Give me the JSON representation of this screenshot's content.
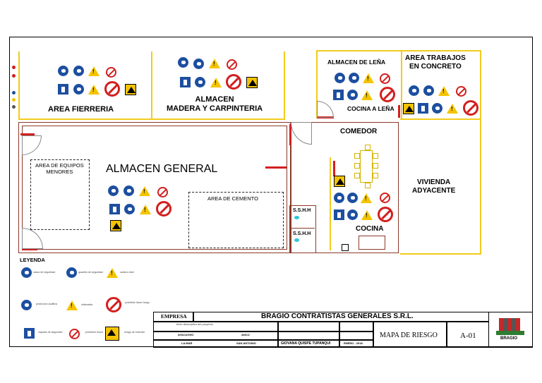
{
  "rooms": {
    "area_fierreria": "AREA FIERRERIA",
    "almacen_madera": [
      "ALMACEN",
      "MADERA Y CARPINTERIA"
    ],
    "almacen_lena": "ALMACEN DE LEÑA",
    "cocina_lena": "COCINA A LEÑA",
    "area_concreto": [
      "AREA TRABAJOS",
      "EN CONCRETO"
    ],
    "comedor": "COMEDOR",
    "almacen_general": "ALMACEN GENERAL",
    "area_equipos": [
      "AREA DE EQUIPOS",
      "MENORES"
    ],
    "area_cemento": "AREA DE CEMENTO",
    "sshh_1": "S.S.H.H",
    "sshh_2": "S.S.H.H",
    "cocina": "COCINA",
    "vivienda": [
      "VIVIENDA",
      "ADYACENTE"
    ]
  },
  "legend": {
    "title": "LEYENDA"
  },
  "title_block": {
    "empresa_label": "EMPRESA",
    "company": "BRAGIO CONTRATISTAS GENERALES S.R.L.",
    "drawn_by": "GIOVANA QUISPE TUPANQUI",
    "date": "ENERO - 2018",
    "sheet_name": "MAPA DE RIESGO",
    "sheet_number": "A-01",
    "ubicacion": "LA MAR",
    "distrito": "SAN ANTONIO",
    "departamento": "AYACUCHO",
    "zona": "ANCO",
    "logo_text": "BRAGIO"
  },
  "colors": {
    "wall_yellow": "#f2cb1d",
    "wall_brown": "#8a3a2a",
    "door_red": "#d31f1f",
    "sign_blue": "#1d4fa0",
    "sign_yellow": "#f4c400"
  }
}
